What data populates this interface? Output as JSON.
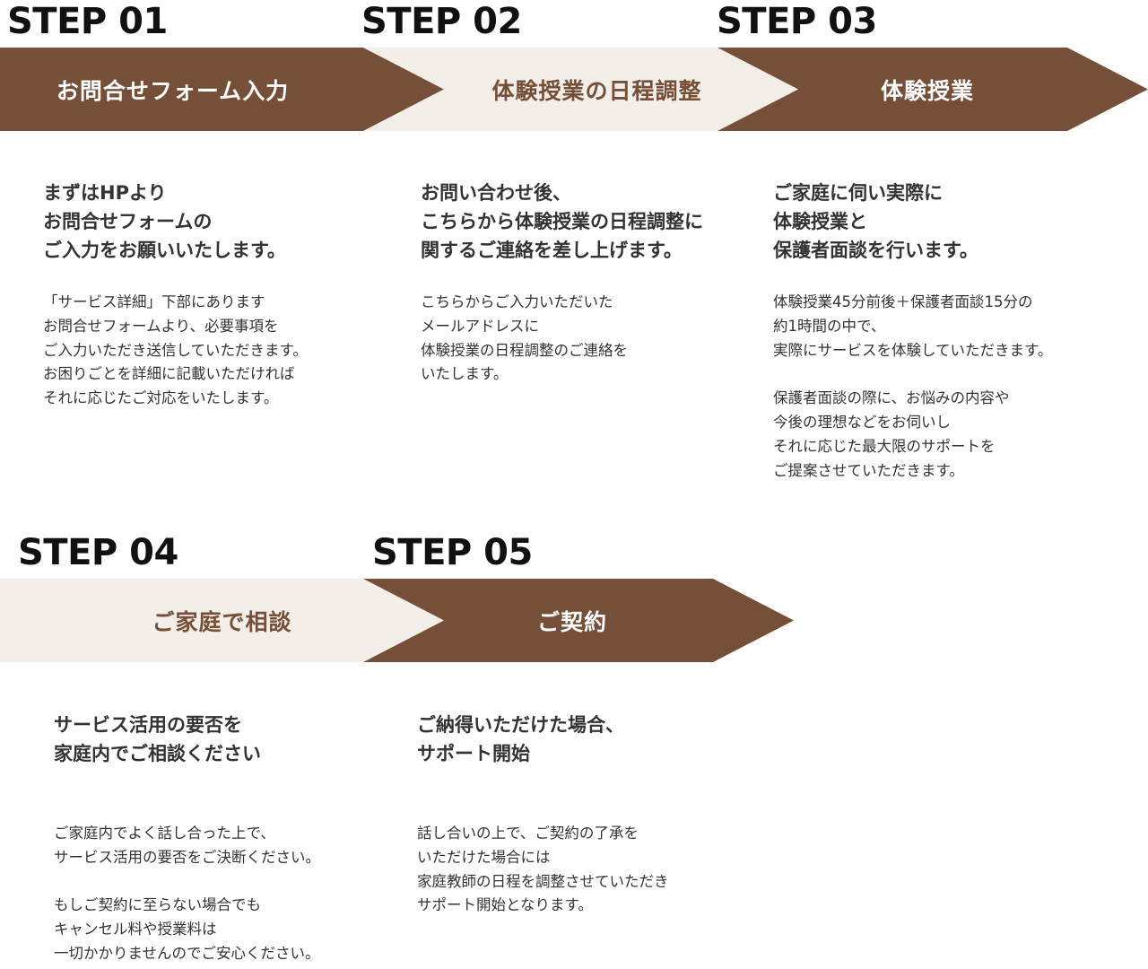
{
  "steps": [
    {
      "label": "STEP 01",
      "title": "お問合せフォーム入力",
      "heading": "まずはHPより\nお問合せフォームの\nご入力をお願いいたします。",
      "body": "「サービス詳細」下部にあります\nお問合せフォームより、必要事項を\nご入力いただき送信していただきます。\nお困りごとを詳細に記載いただければ\nそれに応じたご対応をいたします。"
    },
    {
      "label": "STEP 02",
      "title": "体験授業の日程調整",
      "heading": "お問い合わせ後、\nこちらから体験授業の日程調整に\n関するご連絡を差し上げます。",
      "body": "こちらからご入力いただいた\nメールアドレスに\n体験授業の日程調整のご連絡を\nいたします。"
    },
    {
      "label": "STEP 03",
      "title": "体験授業",
      "heading": "ご家庭に伺い実際に\n体験授業と\n保護者面談を行います。",
      "body": "体験授業45分前後＋保護者面談15分の\n約1時間の中で、\n実際にサービスを体験していただきます。\n\n保護者面談の際に、お悩みの内容や\n今後の理想などをお伺いし\nそれに応じた最大限のサポートを\nご提案させていただきます。"
    },
    {
      "label": "STEP 04",
      "title": "ご家庭で相談",
      "heading": "サービス活用の要否を\n家庭内でご相談ください",
      "body": "ご家庭内でよく話し合った上で、\nサービス活用の要否をご決断ください。\n\nもしご契約に至らない場合でも\nキャンセル料や授業料は\n一切かかりませんのでご安心ください。"
    },
    {
      "label": "STEP 05",
      "title": "ご契約",
      "heading": "ご納得いただけた場合、\nサポート開始",
      "body": "話し合いの上で、ご契約の了承を\nいただけた場合には\n家庭教師の日程を調整させていただき\nサポート開始となります。"
    }
  ],
  "colors": {
    "dark_brown": "#754f38",
    "light_beige": "#f3eee8",
    "text": "#333333"
  }
}
